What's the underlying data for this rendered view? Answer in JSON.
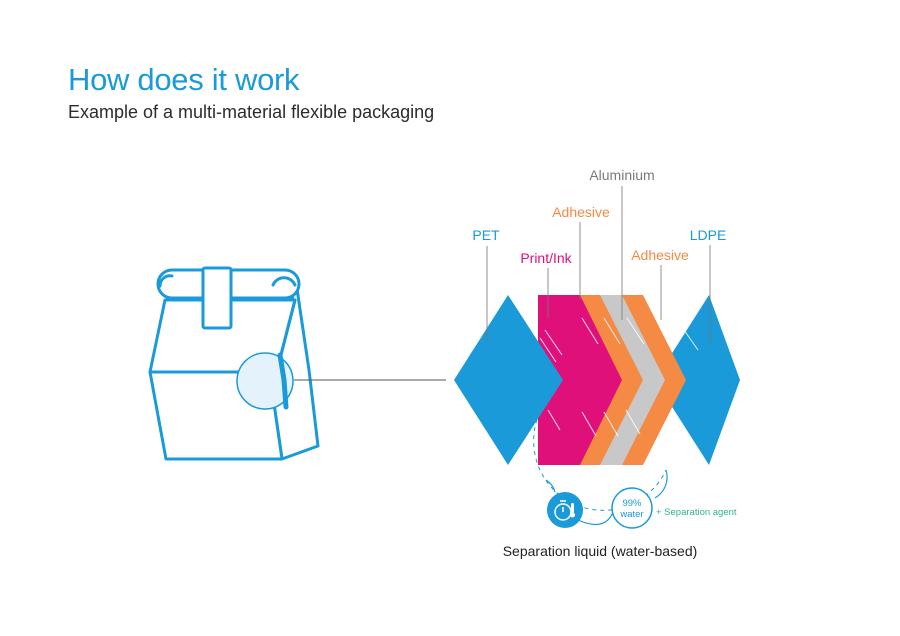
{
  "title": "How does it work",
  "subtitle": "Example of a multi-material flexible packaging",
  "colors": {
    "blue": "#1a9ad9",
    "magenta": "#e0107a",
    "orange": "#f58a45",
    "grey": "#c8c8c8",
    "dark_grey_text": "#7a7a7a",
    "green_text": "#2fb58a"
  },
  "layers": [
    {
      "name": "PET",
      "color": "blue"
    },
    {
      "name": "Print/Ink",
      "color": "magenta"
    },
    {
      "name": "Adhesive",
      "color": "orange"
    },
    {
      "name": "Aluminium",
      "color": "grey"
    },
    {
      "name": "Adhesive",
      "color": "orange"
    },
    {
      "name": "LDPE",
      "color": "blue"
    }
  ],
  "separation": {
    "water_line1": "99%",
    "water_line2": "water",
    "agent": "+ Separation agent",
    "caption": "Separation liquid (water-based)",
    "timer_icon": "stopwatch-icon",
    "thermo_icon": "thermometer-icon"
  },
  "bag_icon": "paper-bag-icon"
}
